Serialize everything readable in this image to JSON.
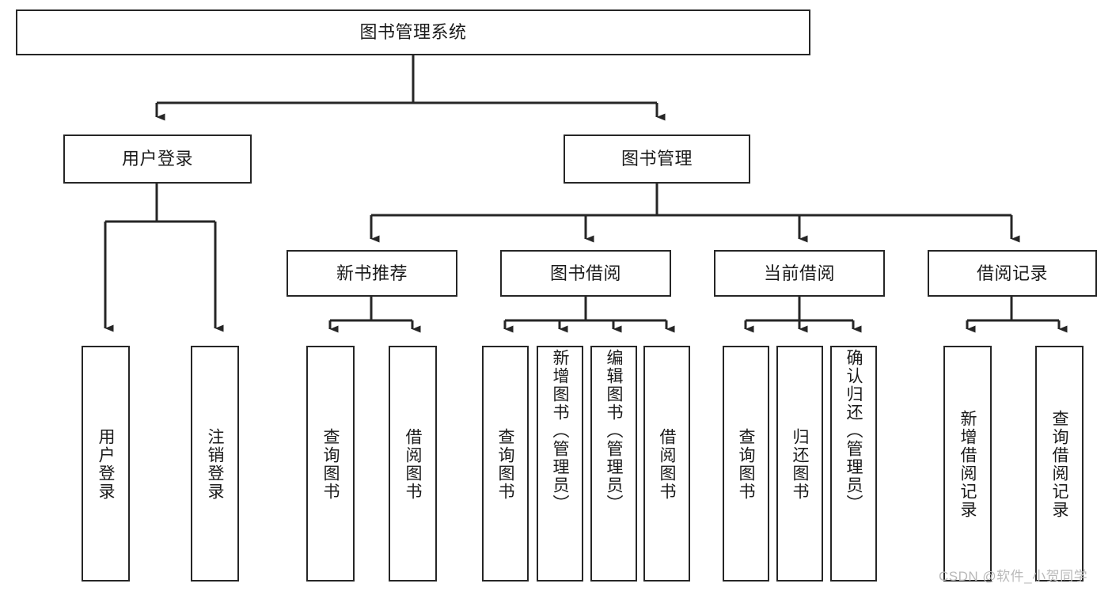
{
  "diagram": {
    "title": "图书管理系统",
    "type": "hierarchy-tree",
    "background_color": "#ffffff",
    "box_border_color": "#262626",
    "text_color": "#1a1a1a",
    "root": {
      "label": "图书管理系统"
    },
    "level1": [
      {
        "label": "用户登录"
      },
      {
        "label": "图书管理"
      }
    ],
    "level2": [
      {
        "label": "新书推荐"
      },
      {
        "label": "图书借阅"
      },
      {
        "label": "当前借阅"
      },
      {
        "label": "借阅记录"
      }
    ],
    "leaves": {
      "user_login": [
        {
          "label": "用户登录"
        },
        {
          "label": "注销登录"
        }
      ],
      "new_book_recommend": [
        {
          "label": "查询图书"
        },
        {
          "label": "借阅图书"
        }
      ],
      "book_borrow": [
        {
          "label": "查询图书"
        },
        {
          "label": "新增图书（管理员）"
        },
        {
          "label": "编辑图书（管理员）"
        },
        {
          "label": "借阅图书"
        }
      ],
      "current_borrow": [
        {
          "label": "查询图书"
        },
        {
          "label": "归还图书"
        },
        {
          "label": "确认归还（管理员）"
        }
      ],
      "borrow_record": [
        {
          "label": "新增借阅记录"
        },
        {
          "label": "查询借阅记录"
        }
      ]
    }
  },
  "watermark": {
    "text": "CSDN @软件_小贺同学"
  }
}
